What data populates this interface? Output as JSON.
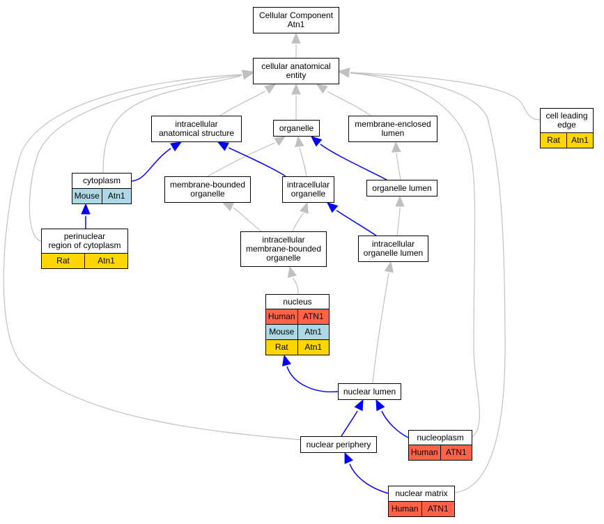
{
  "nodes": [
    {
      "id": "cc",
      "label": "Cellular Component\nAtn1"
    },
    {
      "id": "cae",
      "label": "cellular anatomical\nentity"
    },
    {
      "id": "ias",
      "label": "intracellular\nanatomical structure"
    },
    {
      "id": "org",
      "label": "organelle"
    },
    {
      "id": "mel",
      "label": "membrane-enclosed\nlumen"
    },
    {
      "id": "cle",
      "label": "cell leading\nedge",
      "annotations": [
        {
          "species": "Rat",
          "gene": "Atn1"
        }
      ]
    },
    {
      "id": "cyto",
      "label": "cytoplasm",
      "annotations": [
        {
          "species": "Mouse",
          "gene": "Atn1"
        }
      ]
    },
    {
      "id": "mbo",
      "label": "membrane-bounded\norganelle"
    },
    {
      "id": "io",
      "label": "intracellular\norganelle"
    },
    {
      "id": "ol",
      "label": "organelle lumen"
    },
    {
      "id": "prc",
      "label": "perinuclear\nregion of cytoplasm",
      "annotations": [
        {
          "species": "Rat",
          "gene": "Atn1"
        }
      ]
    },
    {
      "id": "imbo",
      "label": "intracellular\nmembrane-bounded\norganelle"
    },
    {
      "id": "iol",
      "label": "intracellular\norganelle lumen"
    },
    {
      "id": "nuc",
      "label": "nucleus",
      "annotations": [
        {
          "species": "Human",
          "gene": "ATN1"
        },
        {
          "species": "Mouse",
          "gene": "Atn1"
        },
        {
          "species": "Rat",
          "gene": "Atn1"
        }
      ]
    },
    {
      "id": "nl",
      "label": "nuclear lumen"
    },
    {
      "id": "np",
      "label": "nuclear periphery"
    },
    {
      "id": "npl",
      "label": "nucleoplasm",
      "annotations": [
        {
          "species": "Human",
          "gene": "ATN1"
        }
      ]
    },
    {
      "id": "nm",
      "label": "nuclear matrix",
      "annotations": [
        {
          "species": "Human",
          "gene": "ATN1"
        }
      ]
    }
  ],
  "edges": [
    {
      "from": "cae",
      "to": "cc",
      "kind": "is_a"
    },
    {
      "from": "ias",
      "to": "cae",
      "kind": "is_a"
    },
    {
      "from": "org",
      "to": "cae",
      "kind": "is_a"
    },
    {
      "from": "mel",
      "to": "cae",
      "kind": "is_a"
    },
    {
      "from": "cle",
      "to": "cae",
      "kind": "is_a"
    },
    {
      "from": "cyto",
      "to": "cae",
      "kind": "is_a"
    },
    {
      "from": "prc",
      "to": "cae",
      "kind": "is_a"
    },
    {
      "from": "np",
      "to": "cae",
      "kind": "is_a"
    },
    {
      "from": "npl",
      "to": "cae",
      "kind": "is_a"
    },
    {
      "from": "nm",
      "to": "cae",
      "kind": "is_a"
    },
    {
      "from": "cyto",
      "to": "ias",
      "kind": "part_of"
    },
    {
      "from": "prc",
      "to": "cyto",
      "kind": "part_of"
    },
    {
      "from": "mbo",
      "to": "org",
      "kind": "is_a"
    },
    {
      "from": "io",
      "to": "org",
      "kind": "is_a"
    },
    {
      "from": "io",
      "to": "ias",
      "kind": "part_of"
    },
    {
      "from": "ol",
      "to": "org",
      "kind": "part_of"
    },
    {
      "from": "ol",
      "to": "mel",
      "kind": "is_a"
    },
    {
      "from": "imbo",
      "to": "mbo",
      "kind": "is_a"
    },
    {
      "from": "imbo",
      "to": "io",
      "kind": "is_a"
    },
    {
      "from": "iol",
      "to": "ol",
      "kind": "is_a"
    },
    {
      "from": "iol",
      "to": "io",
      "kind": "part_of"
    },
    {
      "from": "nuc",
      "to": "imbo",
      "kind": "is_a"
    },
    {
      "from": "nl",
      "to": "iol",
      "kind": "is_a"
    },
    {
      "from": "nl",
      "to": "nuc",
      "kind": "part_of"
    },
    {
      "from": "np",
      "to": "nl",
      "kind": "part_of"
    },
    {
      "from": "npl",
      "to": "nl",
      "kind": "part_of"
    },
    {
      "from": "nm",
      "to": "np",
      "kind": "part_of"
    }
  ],
  "colors": {
    "is_a": "#c0c0c0",
    "part_of": "#0000ff",
    "Human": "#ff6347",
    "Mouse": "#add8e6",
    "Rat": "#ffd700"
  }
}
